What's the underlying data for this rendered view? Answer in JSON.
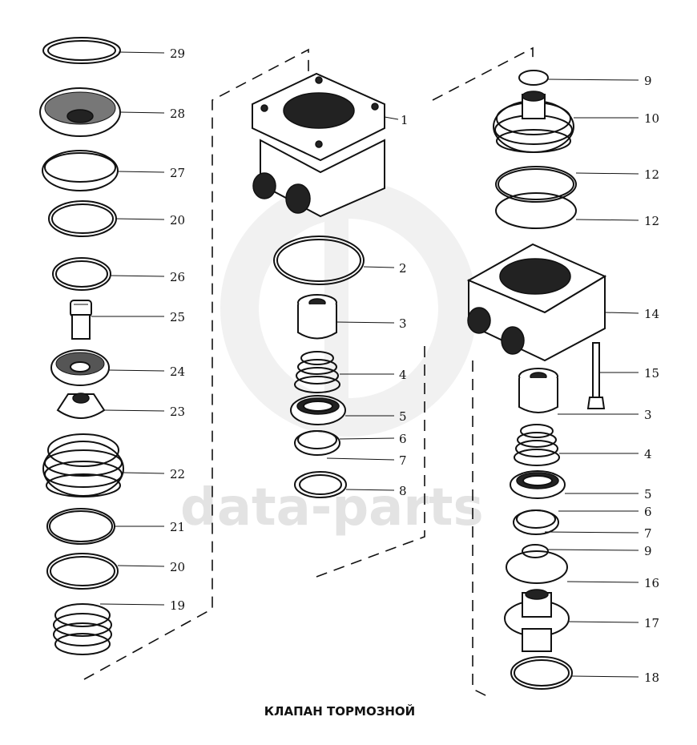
{
  "caption": "КЛАПАН ТОРМОЗНОЙ",
  "watermark": "data-parts",
  "callouts": [
    {
      "id": "c-29",
      "label": "29"
    },
    {
      "id": "c-28",
      "label": "28"
    },
    {
      "id": "c-27",
      "label": "27"
    },
    {
      "id": "c-20a",
      "label": "20"
    },
    {
      "id": "c-26",
      "label": "26"
    },
    {
      "id": "c-25",
      "label": "25"
    },
    {
      "id": "c-24",
      "label": "24"
    },
    {
      "id": "c-23",
      "label": "23"
    },
    {
      "id": "c-22",
      "label": "22"
    },
    {
      "id": "c-21",
      "label": "21"
    },
    {
      "id": "c-20b",
      "label": "20"
    },
    {
      "id": "c-19",
      "label": "19"
    },
    {
      "id": "c-1",
      "label": "1"
    },
    {
      "id": "c-2",
      "label": "2"
    },
    {
      "id": "c-3a",
      "label": "3"
    },
    {
      "id": "c-4a",
      "label": "4"
    },
    {
      "id": "c-5a",
      "label": "5"
    },
    {
      "id": "c-6a",
      "label": "6"
    },
    {
      "id": "c-7a",
      "label": "7"
    },
    {
      "id": "c-8",
      "label": "8"
    },
    {
      "id": "c-9a",
      "label": "9"
    },
    {
      "id": "c-10",
      "label": "10"
    },
    {
      "id": "c-12a",
      "label": "12"
    },
    {
      "id": "c-12b",
      "label": "12"
    },
    {
      "id": "c-14",
      "label": "14"
    },
    {
      "id": "c-15",
      "label": "15"
    },
    {
      "id": "c-3b",
      "label": "3"
    },
    {
      "id": "c-4b",
      "label": "4"
    },
    {
      "id": "c-5b",
      "label": "5"
    },
    {
      "id": "c-6b",
      "label": "6"
    },
    {
      "id": "c-7b",
      "label": "7"
    },
    {
      "id": "c-9b",
      "label": "9"
    },
    {
      "id": "c-16",
      "label": "16"
    },
    {
      "id": "c-17",
      "label": "17"
    },
    {
      "id": "c-18",
      "label": "18"
    }
  ]
}
